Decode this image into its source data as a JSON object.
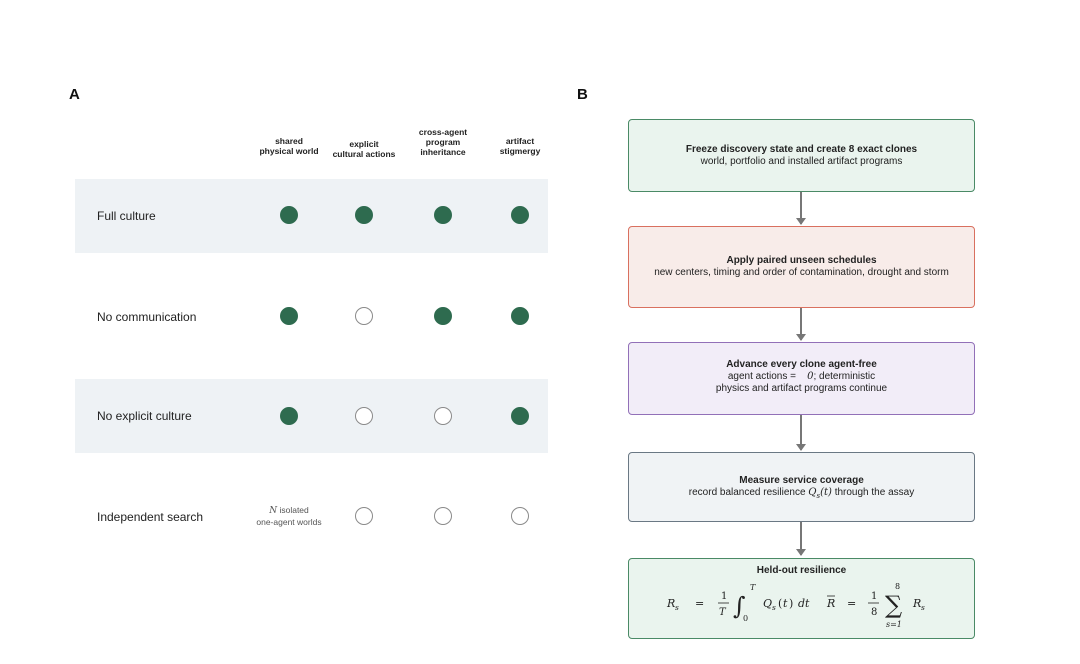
{
  "panel_a": {
    "label": "A",
    "columns": [
      {
        "lines": [
          "shared",
          "physical world"
        ]
      },
      {
        "lines": [
          "explicit",
          "cultural actions"
        ]
      },
      {
        "lines": [
          "cross-agent",
          "program",
          "inheritance"
        ]
      },
      {
        "lines": [
          "artifact",
          "stigmergy"
        ]
      }
    ],
    "rows": [
      {
        "label": "Full culture",
        "cells": [
          true,
          true,
          true,
          true
        ]
      },
      {
        "label": "No communication",
        "cells": [
          true,
          false,
          true,
          true
        ]
      },
      {
        "label": "No explicit culture",
        "cells": [
          true,
          false,
          false,
          true
        ]
      },
      {
        "label": "Independent search",
        "cells": [
          null,
          false,
          false,
          false
        ]
      }
    ],
    "isolated_note": {
      "symbol": "N",
      "line1": "isolated",
      "line2": "one-agent worlds"
    }
  },
  "panel_b": {
    "label": "B",
    "steps": [
      {
        "title": "Freeze discovery state and create 8 exact clones",
        "body": "world, portfolio and installed artifact programs",
        "border": "#4a8a66",
        "fill": "#eaf4ee"
      },
      {
        "title": "Apply paired unseen schedules",
        "body": "new centers, timing and order of contamination, drought and storm",
        "border": "#d9705f",
        "fill": "#f8ece9"
      },
      {
        "title": "Advance every clone agent-free",
        "body_pre": "agent actions =",
        "body_val": "0",
        "body_post": "; deterministic",
        "body2": "physics and artifact programs continue",
        "border": "#9270b8",
        "fill": "#f2edf8"
      },
      {
        "title": "Measure service coverage",
        "body_pre": "record balanced resilience",
        "body_math": "Qs(t)",
        "body_post": "through the assay",
        "border": "#6a7884",
        "fill": "#f0f3f5"
      },
      {
        "title": "Held-out resilience",
        "border": "#4a8a66",
        "fill": "#eaf4ee"
      }
    ]
  },
  "colors": {
    "dot_on": "#2e6b4f",
    "band": "#eef2f5"
  }
}
